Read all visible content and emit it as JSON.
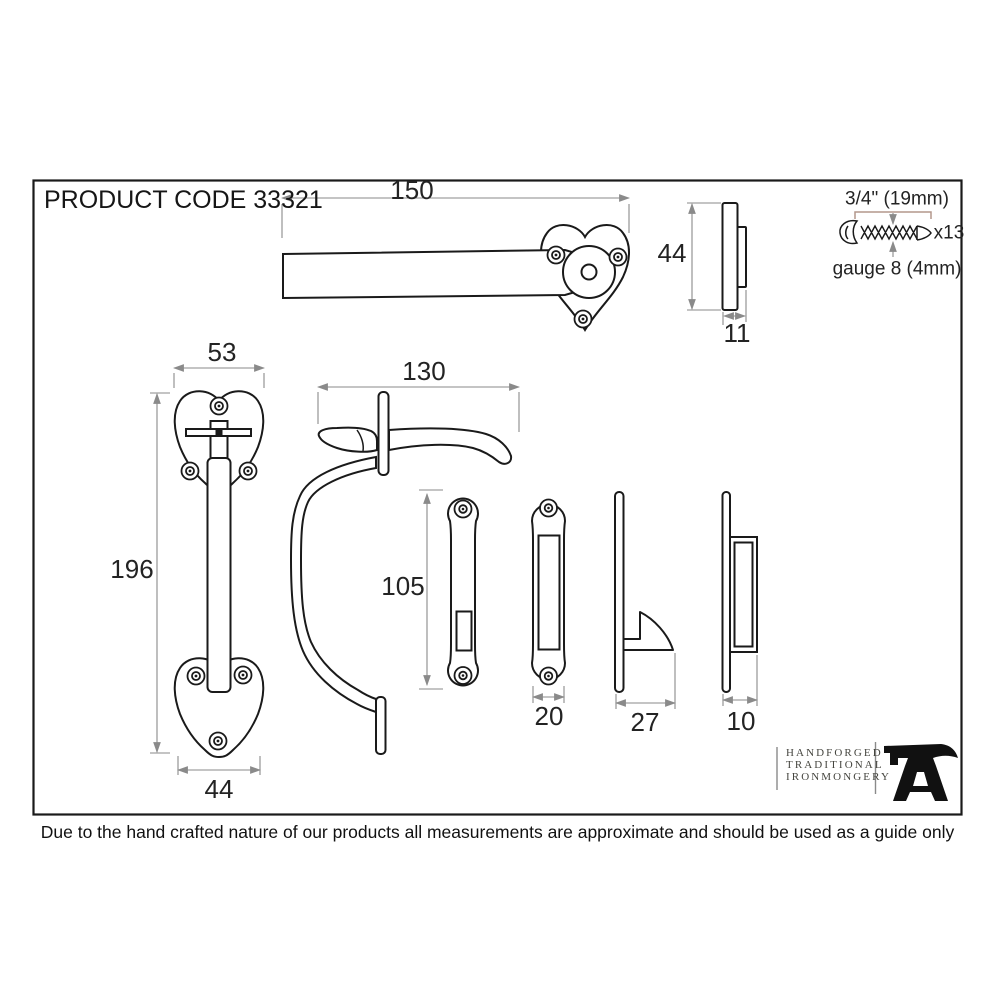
{
  "product": {
    "code_label": "PRODUCT CODE 33321"
  },
  "dimensions": {
    "latch_lever_length": "150",
    "latch_plate_height": "44",
    "latch_plate_depth": "11",
    "pull_top_plate_width": "53",
    "pull_overall_height": "196",
    "pull_bottom_plate_width": "44",
    "thumb_latch_depth": "130",
    "keep_plate_height": "105",
    "keep_plate_width": "20",
    "catch_plate_depth": "27",
    "keep_depth": "10"
  },
  "screw": {
    "length": "3/4\" (19mm)",
    "quantity": "x13",
    "gauge": "gauge 8 (4mm)"
  },
  "brand": {
    "line1": "HANDFORGED",
    "line2": "TRADITIONAL",
    "line3": "IRONMONGERY"
  },
  "footer": {
    "disclaimer": "Due to the hand crafted nature of our products all measurements are approximate and should be used as a guide only"
  },
  "colors": {
    "outline": "#1a1a1a",
    "dimension_line": "#8a8a8a",
    "dimension_text": "#232323",
    "screw_bracket": "#b4978c",
    "brand_text": "#45453f"
  }
}
